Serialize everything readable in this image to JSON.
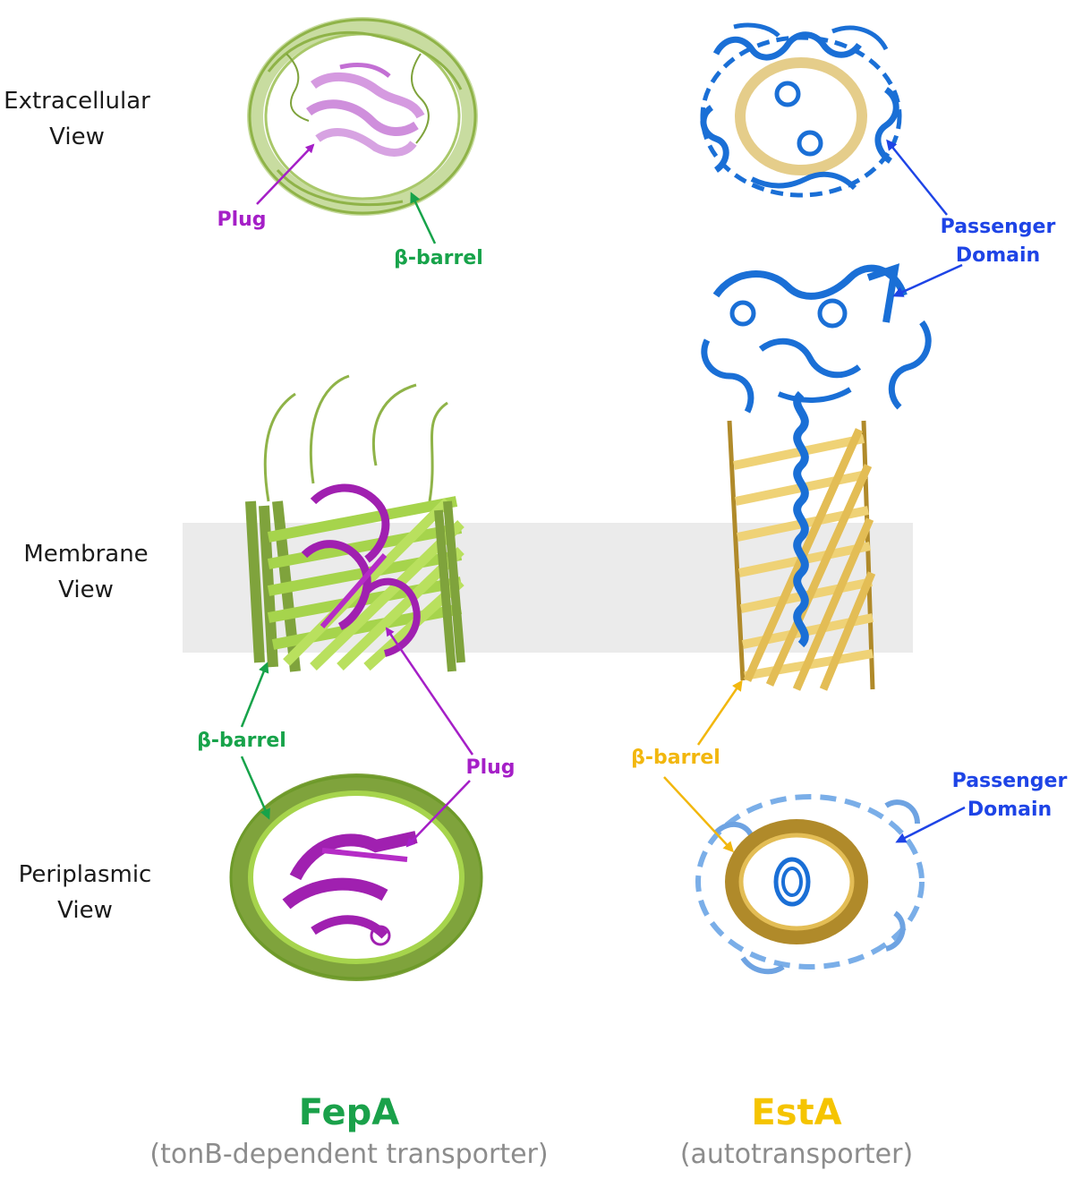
{
  "row_labels": {
    "extracellular": [
      "Extracellular",
      "View"
    ],
    "membrane": [
      "Membrane",
      "View"
    ],
    "periplasmic": [
      "Periplasmic",
      "View"
    ]
  },
  "fepa": {
    "name": "FepA",
    "description": "(tonB-dependent transporter)",
    "plug_label": "Plug",
    "barrel_label": "β-barrel"
  },
  "esta": {
    "name": "EstA",
    "description": "(autotransporter)",
    "passenger_label": [
      "Passenger",
      "Domain"
    ],
    "barrel_label": "β-barrel"
  },
  "colors": {
    "fepa_title": "#1aa14a",
    "fepa_barrel": "#9cc93e",
    "fepa_barrel_dark": "#6e9a2a",
    "fepa_plug": "#a020b0",
    "plug_label": "#a51fc7",
    "barrel_label_green": "#17a34a",
    "esta_title": "#f5c400",
    "esta_barrel": "#e3bd55",
    "esta_barrel_dark": "#b08a2a",
    "passenger": "#1a6fd6",
    "passenger_label": "#1e44e6",
    "barrel_label_gold": "#f2b70e",
    "membrane": "#ebebeb"
  }
}
